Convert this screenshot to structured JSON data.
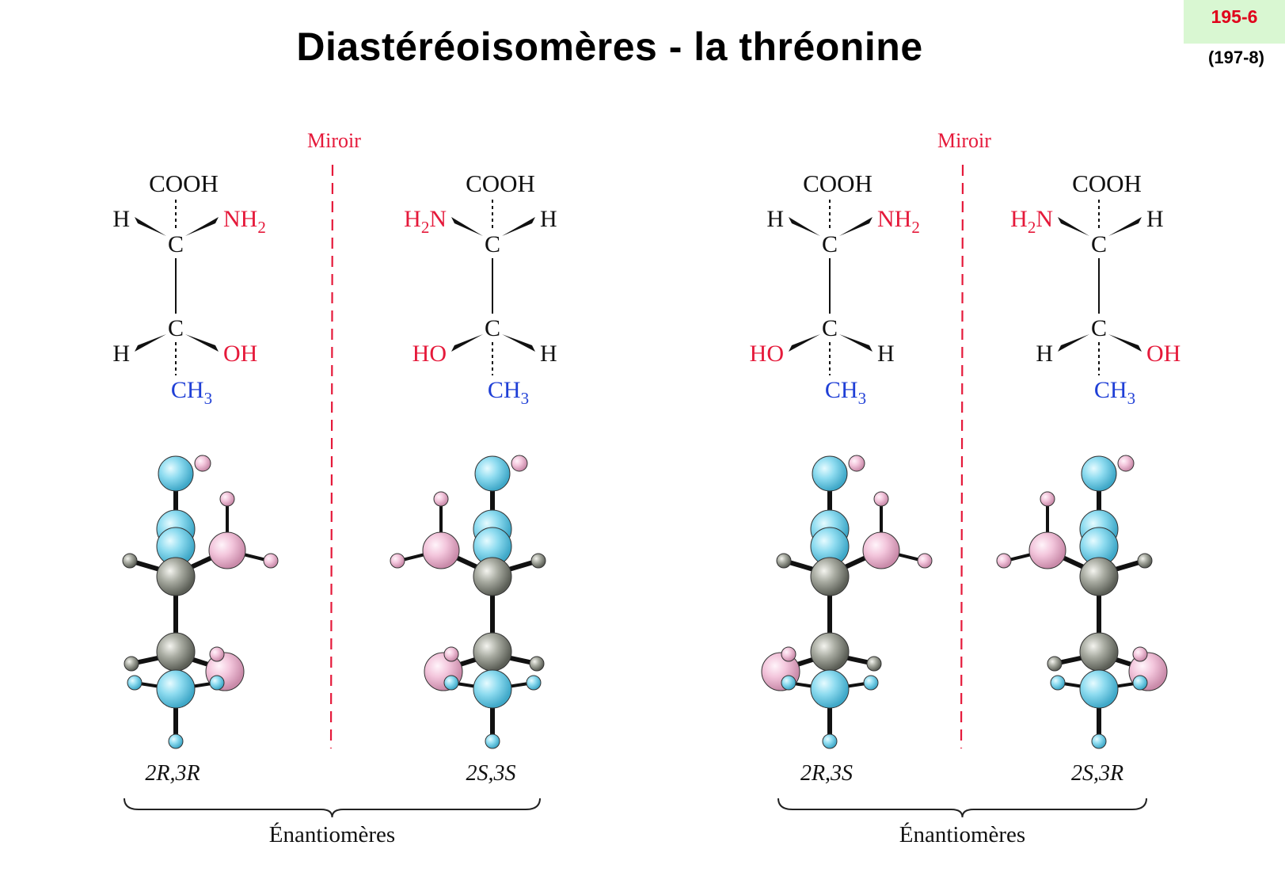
{
  "title": "Diastéréoisomères - la thréonine",
  "page_badge": "195-6",
  "page_ref": "(197-8)",
  "colors": {
    "black": "#111111",
    "red": "#e5193a",
    "blue": "#1f3fd6",
    "mirror": "#e5193a",
    "badge_bg": "#d9f7d2"
  },
  "pairs": [
    {
      "mirror_label": "Miroir",
      "group_label": "Énantiomères",
      "molecules": [
        {
          "stereo": "2R,3R",
          "top": "COOH",
          "c1_left": "H",
          "c1_right": "NH2",
          "c2_left": "H",
          "c2_right": "OH",
          "bottom": "CH3",
          "c": "C"
        },
        {
          "stereo": "2S,3S",
          "top": "COOH",
          "c1_left": "H2N",
          "c1_right": "H",
          "c2_left": "HO",
          "c2_right": "H",
          "bottom": "CH3",
          "c": "C"
        }
      ]
    },
    {
      "mirror_label": "Miroir",
      "group_label": "Énantiomères",
      "molecules": [
        {
          "stereo": "2R,3S",
          "top": "COOH",
          "c1_left": "H",
          "c1_right": "NH2",
          "c2_left": "HO",
          "c2_right": "H",
          "bottom": "CH3",
          "c": "C"
        },
        {
          "stereo": "2S,3R",
          "top": "COOH",
          "c1_left": "H2N",
          "c1_right": "H",
          "c2_left": "H",
          "c2_right": "OH",
          "bottom": "CH3",
          "c": "C"
        }
      ]
    }
  ]
}
